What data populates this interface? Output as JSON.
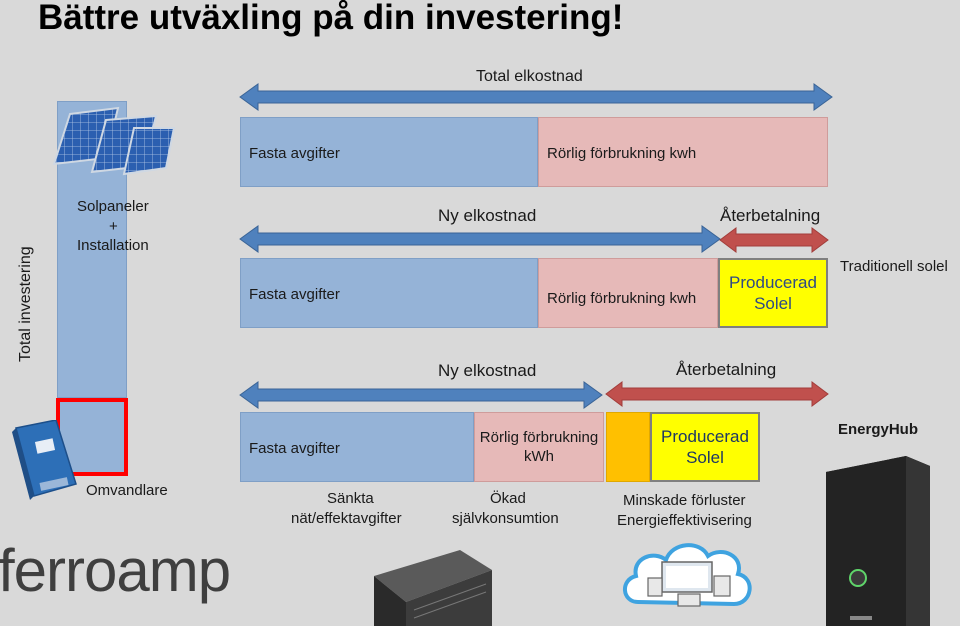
{
  "title": "Bättre utväxling på din investering!",
  "labels": {
    "total_elkostnad": "Total elkostnad",
    "total_investering": "Total investering",
    "solpaneler": "Solpaneler",
    "plus": "+",
    "installation": "Installation",
    "ny_elkostnad_1": "Ny elkostnad",
    "aterbetalning_1": "Återbetalning",
    "ny_elkostnad_2": "Ny elkostnad",
    "aterbetalning_2": "Återbetalning",
    "traditionell_solel": "Traditionell solel",
    "energyhub": "EnergyHub",
    "omvandlare": "Omvandlare",
    "sankta_1": "Sänkta",
    "sankta_2": "nät/effektavgifter",
    "okad_1": "Ökad",
    "okad_2": "självkonsumtion",
    "minskade_1": "Minskade förluster",
    "minskade_2": "Energieffektivisering",
    "ferroamp_logo": "ferroamp"
  },
  "row1": {
    "fasta": "Fasta avgifter",
    "rorlig": "Rörlig förbrukning kwh"
  },
  "row2": {
    "fasta": "Fasta avgifter",
    "rorlig": "Rörlig förbrukning kwh",
    "producerad_1": "Producerad",
    "producerad_2": "Solel"
  },
  "row3": {
    "fasta": "Fasta avgifter",
    "rorlig_1": "Rörlig förbrukning",
    "rorlig_2": "kWh",
    "producerad_1": "Producerad",
    "producerad_2": "Solel"
  },
  "colors": {
    "blue_box": "#95b3d7",
    "pink_box": "#e6b9b8",
    "yellow_box": "#ffff00",
    "orange_box": "#ffc000",
    "blue_arrow": "#4f81bd",
    "red_arrow": "#c0504d",
    "red_frame": "#ff0000",
    "background": "#d9d9d9"
  },
  "icons": [
    "solar-panel-icon",
    "inverter-icon",
    "battery-unit-icon",
    "cloud-devices-icon",
    "energyhub-device-icon"
  ]
}
